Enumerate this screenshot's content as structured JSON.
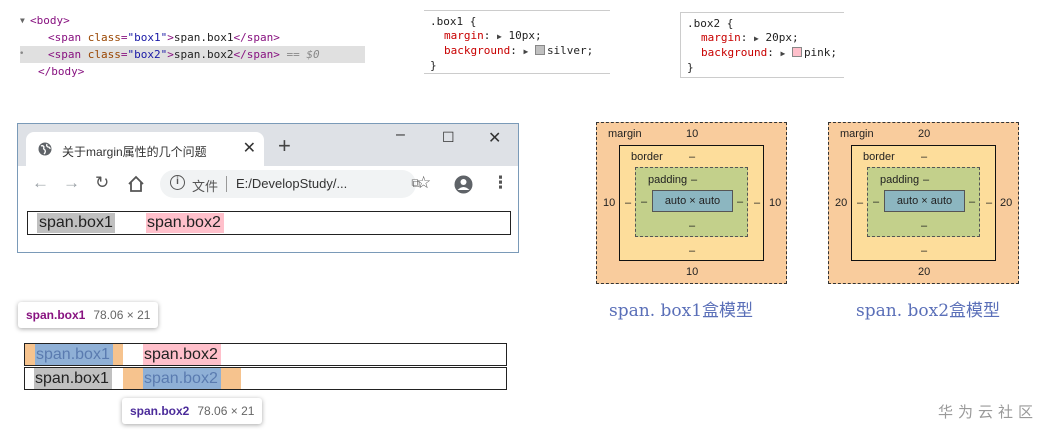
{
  "dom": {
    "body_open": "<body>",
    "line1_open_tag": "<span",
    "line1_attr": " class",
    "line1_val": "\"box1\"",
    "line1_close_bracket": ">",
    "line1_text": "span.box1",
    "line1_close_tag": "</span>",
    "line2_open_tag": "<span",
    "line2_attr": " class",
    "line2_val": "\"box2\"",
    "line2_close_bracket": ">",
    "line2_text": "span.box2",
    "line2_close_tag": "</span>",
    "line2_marker": " == $0",
    "body_close": "</body>"
  },
  "css_rules": [
    {
      "selector": ".box1 {",
      "margin_prop": "margin",
      "margin_val": "10px;",
      "bg_prop": "background",
      "bg_val": "silver;",
      "swatch": "#c0c0c0",
      "close": "}"
    },
    {
      "selector": ".box2 {",
      "margin_prop": "margin",
      "margin_val": "20px;",
      "bg_prop": "background",
      "bg_val": "pink;",
      "swatch": "#ffc0cb",
      "close": "}"
    }
  ],
  "browser": {
    "tab_title": "关于margin属性的几个问题",
    "info_label": "文件",
    "url": "E:/DevelopStudy/...",
    "content_span1": "span.box1",
    "content_span2": "span.box2"
  },
  "tooltips": [
    {
      "name": "span.box1",
      "size": "78.06 × 21"
    },
    {
      "name": "span.box2",
      "size": "78.06 × 21"
    }
  ],
  "strips": [
    {
      "span1": "span.box1",
      "span2": "span.box2",
      "highlight": "box1"
    },
    {
      "span1": "span.box1",
      "span2": "span.box2",
      "highlight": "box2"
    }
  ],
  "box_models": [
    {
      "margin_label": "margin",
      "margin_top": "10",
      "margin_bottom": "10",
      "margin_left": "10",
      "margin_right": "10",
      "border_label": "border",
      "border_dash": "–",
      "padding_label": "padding",
      "padding_dash": "–",
      "content": "auto × auto",
      "caption": "span. box1盒模型"
    },
    {
      "margin_label": "margin",
      "margin_top": "20",
      "margin_bottom": "20",
      "margin_left": "20",
      "margin_right": "20",
      "border_label": "border",
      "border_dash": "–",
      "padding_label": "padding",
      "padding_dash": "–",
      "content": "auto × auto",
      "caption": "span. box2盒模型"
    }
  ],
  "watermark": "华为云社区",
  "colors": {
    "silver": "#c0c0c0",
    "pink": "#ffc0cb",
    "highlight_content": "#8fb0d6",
    "highlight_margin": "#f6c38e",
    "tag": "#881280",
    "caption": "#5a6fb8"
  }
}
